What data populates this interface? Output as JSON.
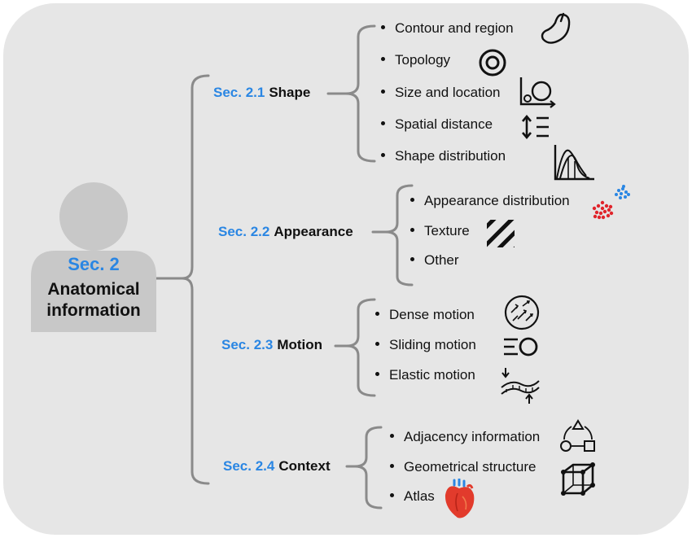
{
  "root": {
    "number": "Sec. 2",
    "label": "Anatomical information"
  },
  "sections": [
    {
      "number": "Sec. 2.1",
      "title": "Shape",
      "items": [
        "Contour and region",
        "Topology",
        "Size and location",
        "Spatial distance",
        "Shape distribution"
      ]
    },
    {
      "number": "Sec. 2.2",
      "title": "Appearance",
      "items": [
        "Appearance distribution",
        "Texture",
        "Other"
      ]
    },
    {
      "number": "Sec. 2.3",
      "title": "Motion",
      "items": [
        "Dense motion",
        "Sliding motion",
        "Elastic motion"
      ]
    },
    {
      "number": "Sec. 2.4",
      "title": "Context",
      "items": [
        "Adjacency information",
        "Geometrical structure",
        "Atlas"
      ]
    }
  ],
  "icons": {
    "contour": "contour-icon",
    "topology": "concentric-circles-icon",
    "size": "size-location-icon",
    "distance": "spatial-distance-icon",
    "distribution": "distribution-curves-icon",
    "appearance": "point-clusters-icon",
    "texture": "stripes-icon",
    "dense": "dense-motion-icon",
    "sliding": "sliding-motion-icon",
    "elastic": "elastic-motion-icon",
    "adjacency": "adjacency-graph-icon",
    "geometry": "cube-icon",
    "atlas": "heart-icon"
  },
  "colors": {
    "background": "#e6e6e6",
    "accent": "#2a86e3",
    "text": "#111111",
    "bracket": "#8a8a8a",
    "person": "#c8c8c8"
  }
}
